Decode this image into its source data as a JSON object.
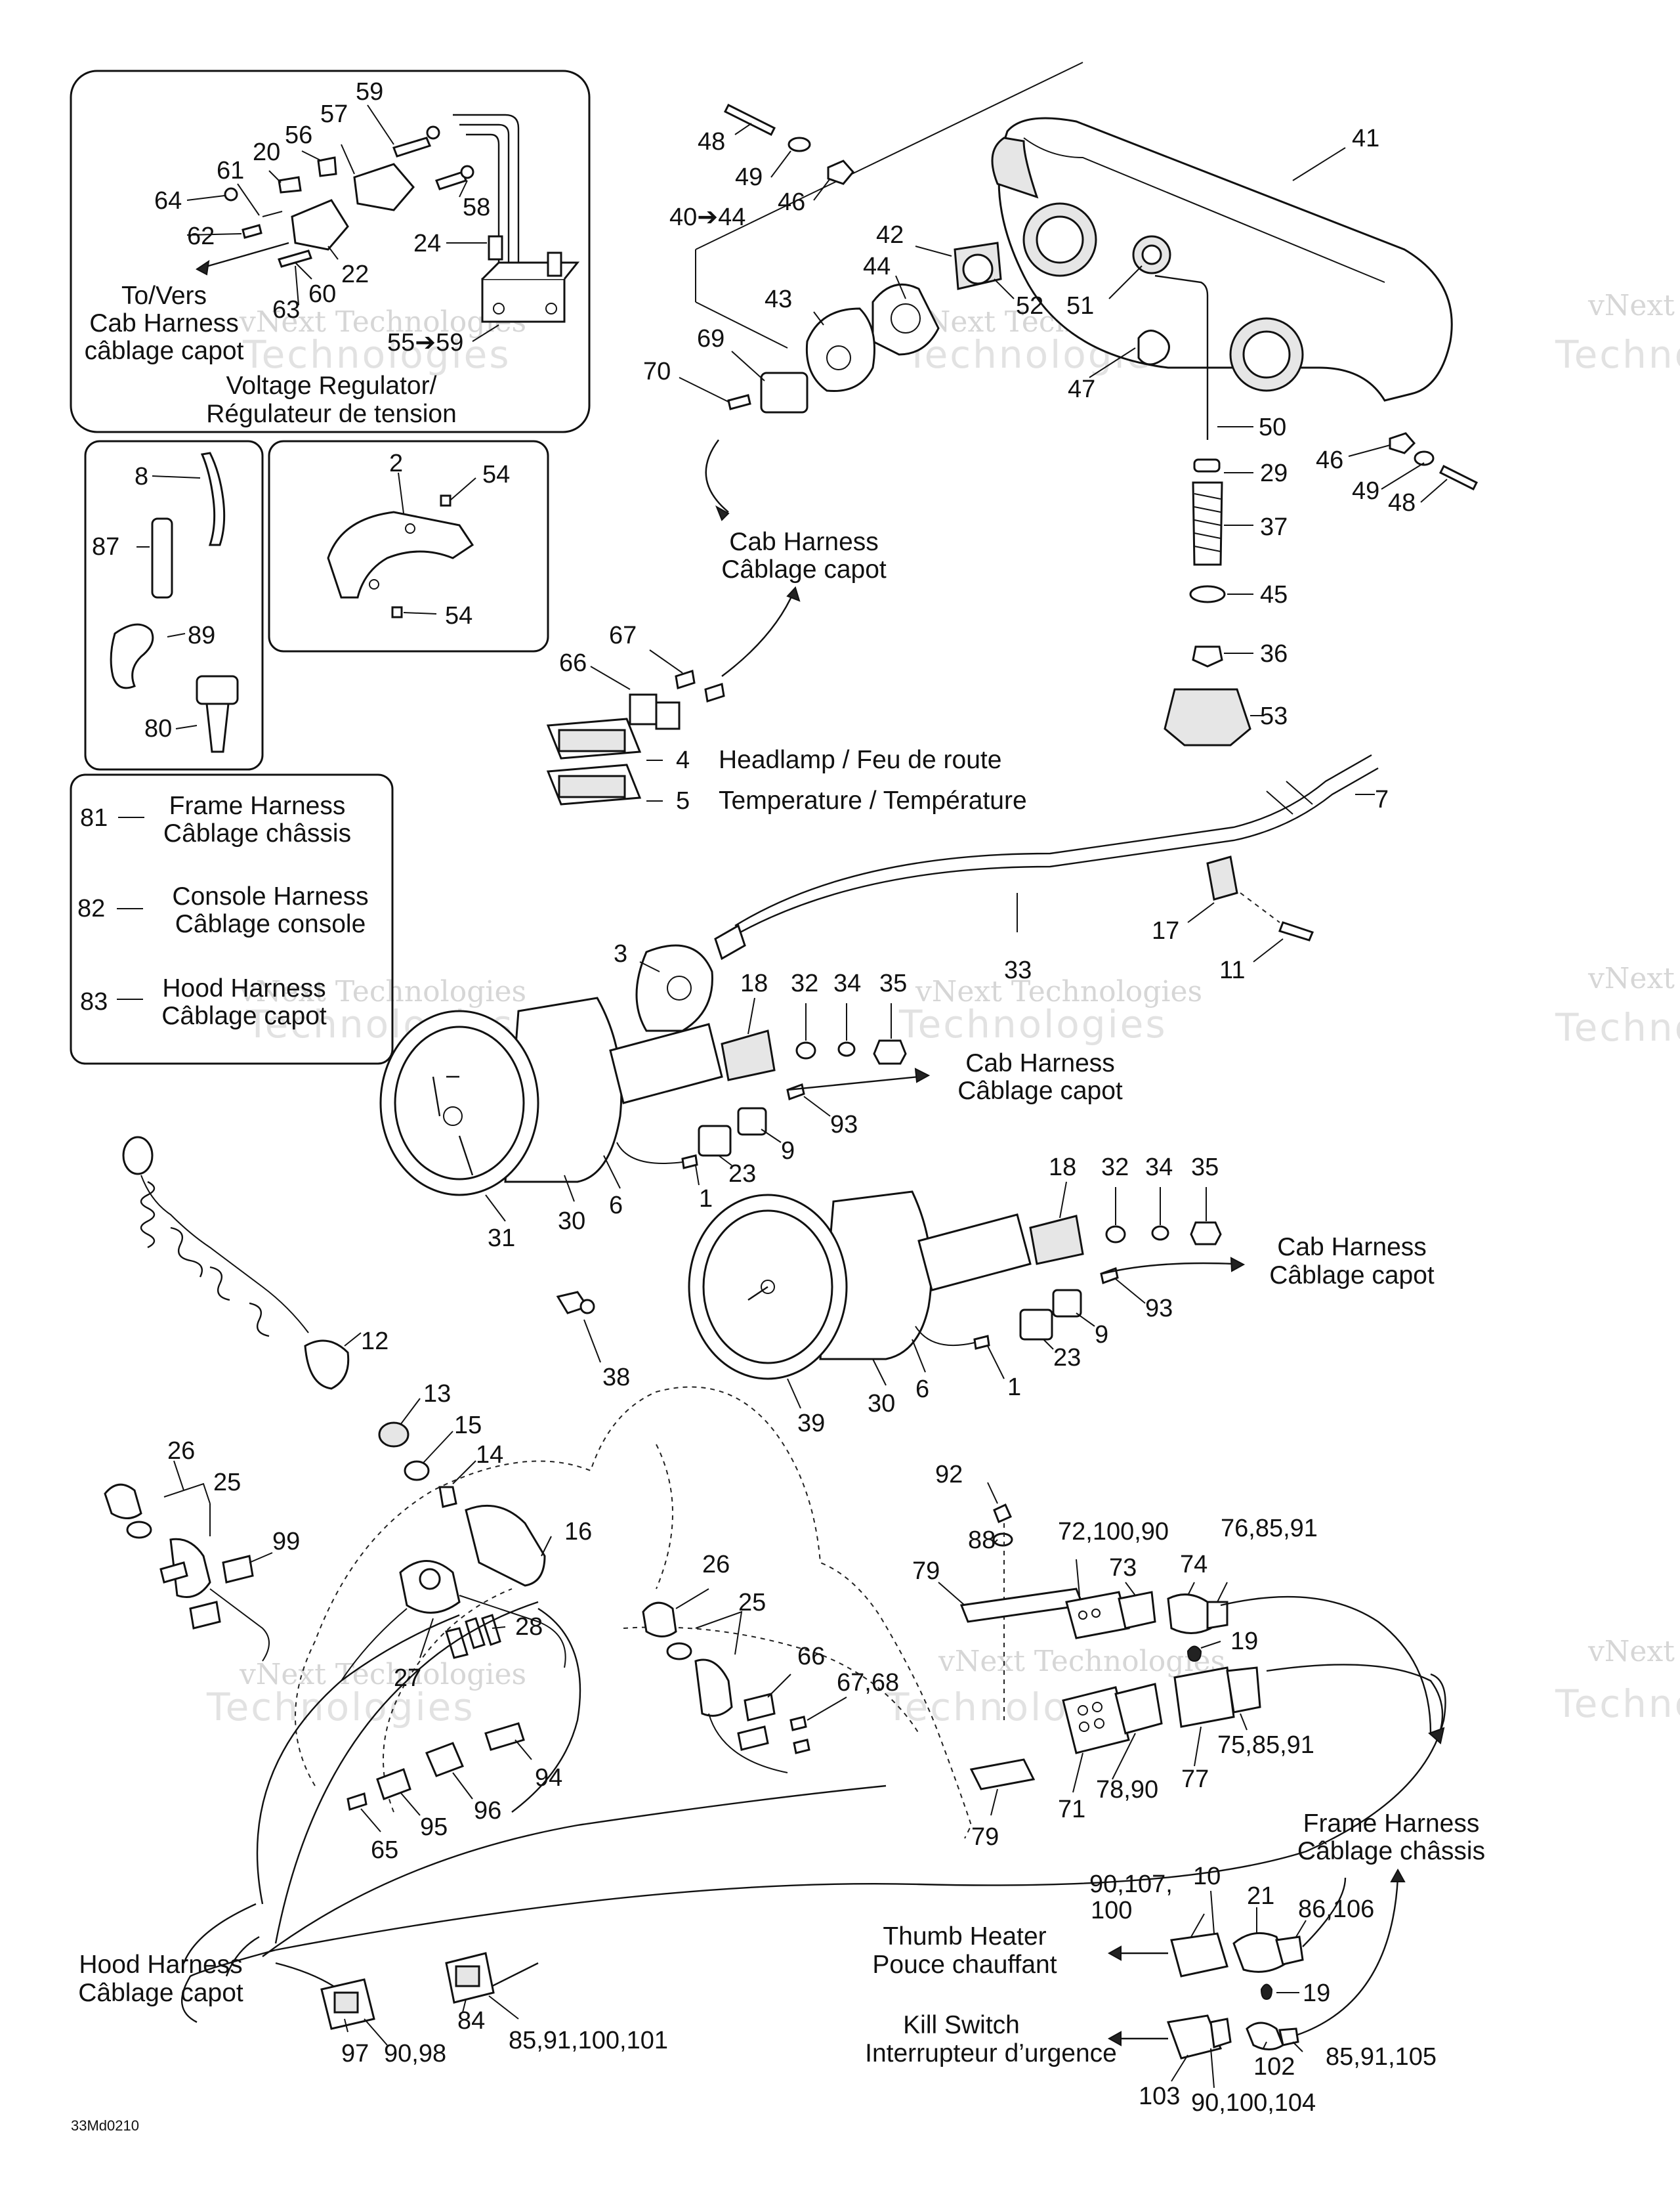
{
  "diagram_code": "33Md0210",
  "watermark": {
    "line1": "vNext Technologies",
    "line2": "Technologies"
  },
  "captions": {
    "to_cab_harness": [
      "To/Vers",
      "Cab Harness",
      "câblage capot"
    ],
    "voltage_regulator": [
      "Voltage Regulator/",
      "Régulateur de tension"
    ],
    "cab_harness": [
      "Cab Harness",
      "Câblage capot"
    ],
    "headlamp": "Headlamp / Feu de route",
    "temperature": "Temperature / Température",
    "frame_harness": [
      "Frame Harness",
      "Câblage châssis"
    ],
    "hood_harness": [
      "Hood Harness",
      "Câblage capot"
    ],
    "thumb_heater": [
      "Thumb Heater",
      "Pouce chauffant"
    ],
    "kill_switch": [
      "Kill Switch",
      "Interrupteur d’urgence"
    ]
  },
  "legend": [
    {
      "num": "81",
      "lines": [
        "Frame Harness",
        "Câblage châssis"
      ]
    },
    {
      "num": "82",
      "lines": [
        "Console Harness",
        "Câblage console"
      ]
    },
    {
      "num": "83",
      "lines": [
        "Hood Harness",
        "Câblage capot"
      ]
    }
  ],
  "part_numbers": {
    "p59": "59",
    "p56": "56",
    "p57": "57",
    "p20": "20",
    "p61": "61",
    "p64": "64",
    "p62": "62",
    "p58": "58",
    "p24": "24",
    "p22": "22",
    "p60": "60",
    "p63": "63",
    "p55_59": "55➔59",
    "p8": "8",
    "p87": "87",
    "p89": "89",
    "p80": "80",
    "p2": "2",
    "p54a": "54",
    "p54b": "54",
    "p48a": "48",
    "p49a": "49",
    "p46a": "46",
    "p40_44": "40➔44",
    "p41": "41",
    "p42": "42",
    "p44": "44",
    "p43": "43",
    "p52": "52",
    "p51": "51",
    "p69": "69",
    "p70": "70",
    "p47": "47",
    "p50": "50",
    "p46b": "46",
    "p49b": "49",
    "p48b": "48",
    "p29": "29",
    "p37": "37",
    "p45": "45",
    "p36": "36",
    "p53": "53",
    "p67a": "67",
    "p66a": "66",
    "p4": "4",
    "p5": "5",
    "p7": "7",
    "p17": "17",
    "p11": "11",
    "p3": "3",
    "p33": "33",
    "p18a": "18",
    "p32a": "32",
    "p34a": "34",
    "p35a": "35",
    "p93a": "93",
    "p9a": "9",
    "p23a": "23",
    "p1a": "1",
    "p6a": "6",
    "p30a": "30",
    "p31": "31",
    "p18b": "18",
    "p32b": "32",
    "p34b": "34",
    "p35b": "35",
    "p93b": "93",
    "p9b": "9",
    "p23b": "23",
    "p1b": "1",
    "p6b": "6",
    "p30b": "30",
    "p39": "39",
    "p38": "38",
    "p12": "12",
    "p13": "13",
    "p15": "15",
    "p14": "14",
    "p16": "16",
    "p26a": "26",
    "p25a": "25",
    "p99": "99",
    "p27": "27",
    "p28": "28",
    "p94": "94",
    "p96": "96",
    "p95": "95",
    "p65": "65",
    "p26b": "26",
    "p25b": "25",
    "p66b": "66",
    "p67_68": "67,68",
    "p92": "92",
    "p88": "88",
    "p79a": "79",
    "p72_100_90": "72,100,90",
    "p73": "73",
    "p74": "74",
    "p76_85_91": "76,85,91",
    "p19a": "19",
    "p75_85_91": "75,85,91",
    "p77": "77",
    "p78_90": "78,90",
    "p71": "71",
    "p79b": "79",
    "p90_107_100": [
      "90,107,",
      "100"
    ],
    "p10": "10",
    "p21": "21",
    "p86_106": "86,106",
    "p19b": "19",
    "p102": "102",
    "p85_91_105": "85,91,105",
    "p103": "103",
    "p90_100_104": "90,100,104",
    "p97": "97",
    "p90_98": "90,98",
    "p84": "84",
    "p85_91_100_101": "85,91,100,101"
  }
}
